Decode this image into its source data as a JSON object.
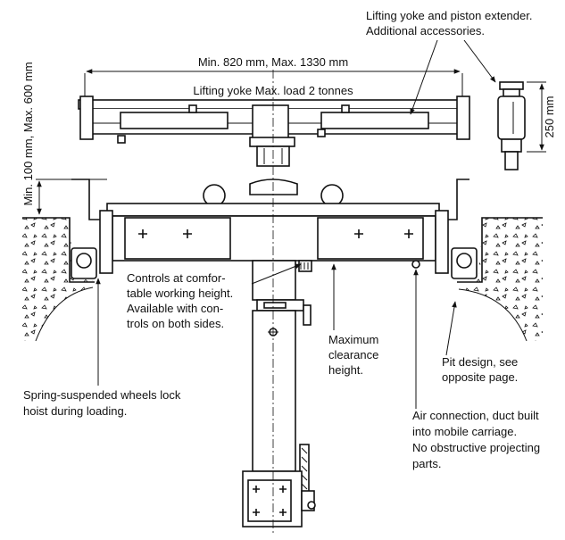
{
  "labels": {
    "yoke_accessories_1": "Lifting yoke and piston extender.",
    "yoke_accessories_2": "Additional accessories.",
    "width_range": "Min. 820 mm, Max. 1330 mm",
    "yoke_load": "Lifting yoke Max. load 2 tonnes",
    "extender_height": "250 mm",
    "height_range": "Min. 100 mm, Max. 600 mm",
    "controls_1": "Controls at comfor-",
    "controls_2": "table working height.",
    "controls_3": "Available with con-",
    "controls_4": "trols on both sides.",
    "clearance_1": "Maximum",
    "clearance_2": "clearance",
    "clearance_3": "height.",
    "pit_1": "Pit design, see",
    "pit_2": "opposite page.",
    "wheels_1": "Spring-suspended wheels lock",
    "wheels_2": "hoist during loading.",
    "air_1": "Air connection, duct built",
    "air_2": "into mobile carriage.",
    "air_3": "No obstructive projecting",
    "air_4": "parts."
  }
}
